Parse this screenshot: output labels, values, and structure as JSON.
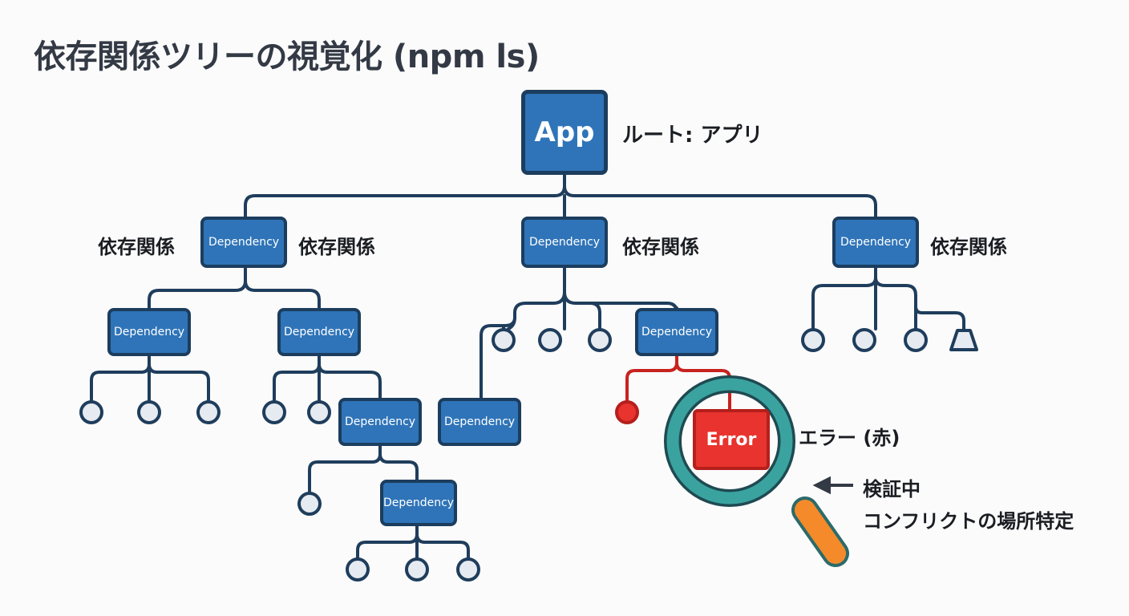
{
  "title": "依存関係ツリーの視覚化 (npm ls)",
  "nodes": {
    "app": "App",
    "dependency": "Dependency",
    "error": "Error"
  },
  "labels": {
    "root": "ルート: アプリ",
    "dep": "依存関係",
    "error_red": "エラー (赤)",
    "verifying": "検証中",
    "conflict": "コンフリクトの場所特定"
  },
  "colors": {
    "node_fill": "#2f74b8",
    "node_border": "#1c3d5e",
    "line": "#1f3d5c",
    "error": "#e8332e",
    "leaf_fill": "#e6ebf1",
    "magnifier_ring": "#3aa39f",
    "magnifier_handle": "#f58a2a",
    "title": "#333a45"
  },
  "icons": [
    "magnifier-icon",
    "arrow-left-icon"
  ]
}
